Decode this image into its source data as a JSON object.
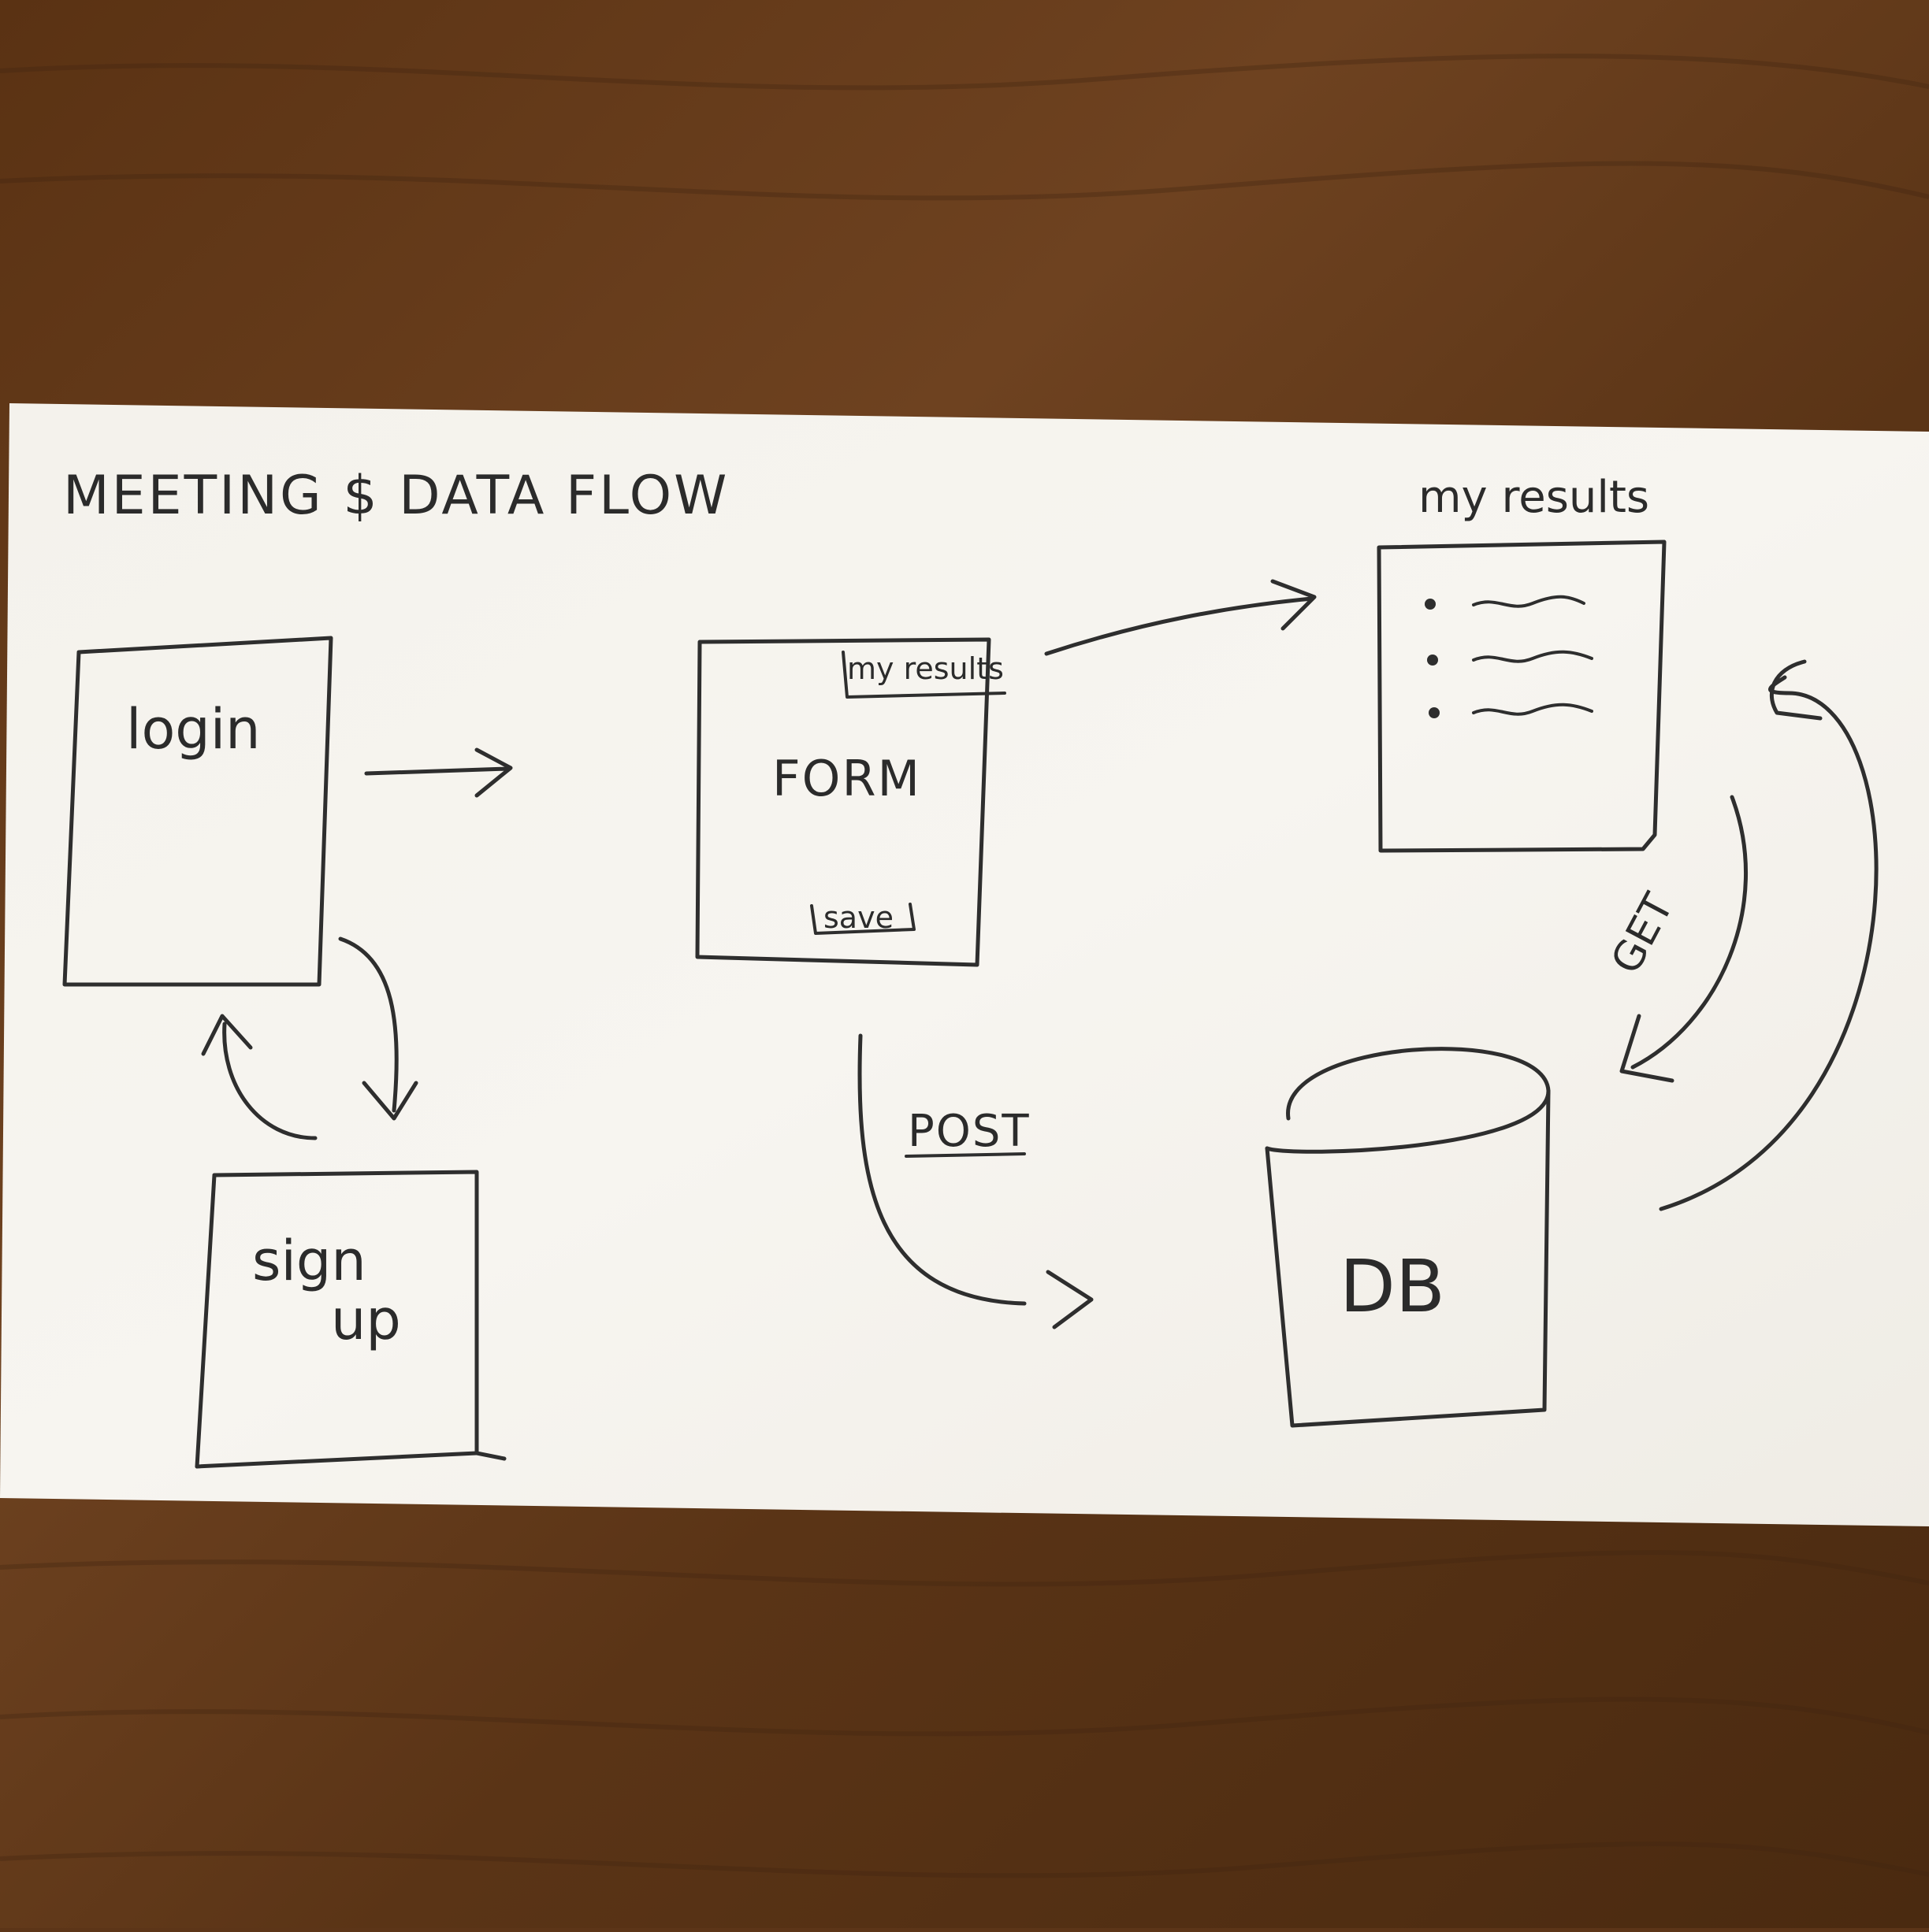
{
  "diagram": {
    "title": "MEETING $ DATA FLOW",
    "screens": {
      "login": "login",
      "sign_up_line1": "sign",
      "sign_up_line2": "up",
      "form": "FORM",
      "form_results_button": "my results",
      "form_save_button": "save",
      "results_page_title": "my results",
      "database": "DB"
    },
    "edges": {
      "post": "POST",
      "get": "GET"
    }
  },
  "colors": {
    "paper": "#f6f4ef",
    "ink": "#2e2e2e",
    "wood": "#5c3518"
  }
}
